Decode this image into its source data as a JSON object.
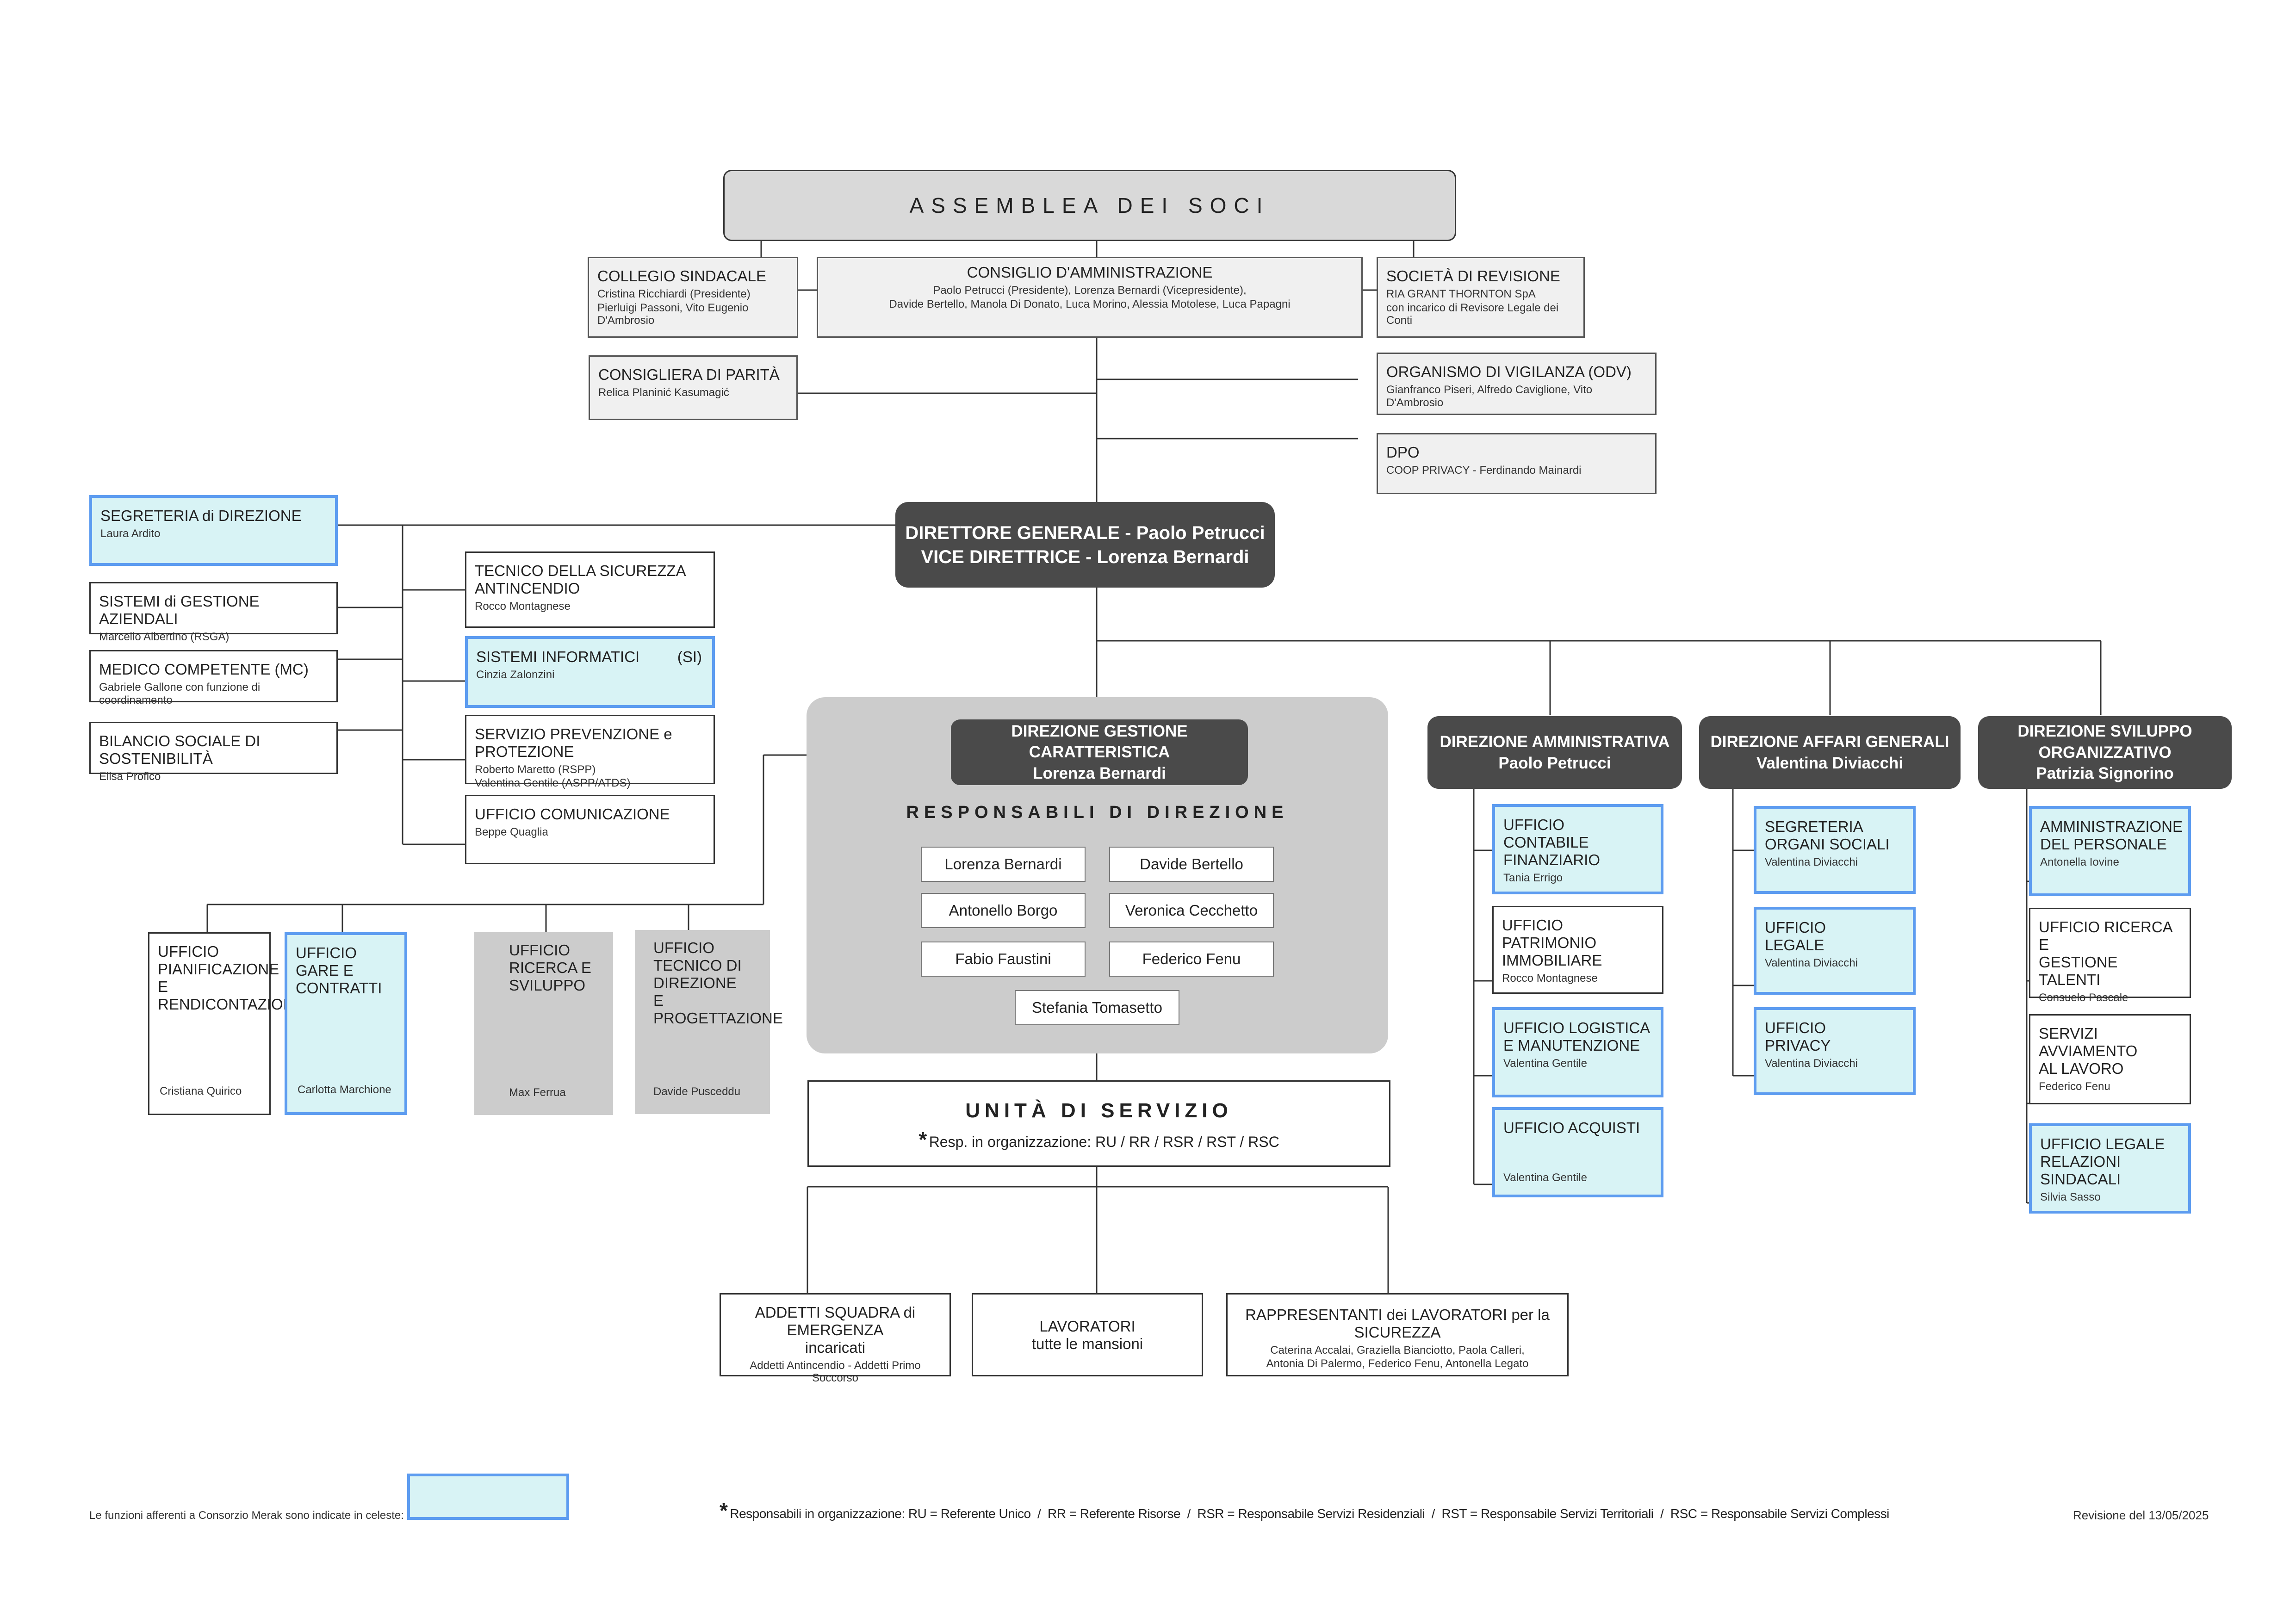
{
  "assembly": "ASSEMBLEA DEI SOCI",
  "board": {
    "collegio": {
      "title": "COLLEGIO SINDACALE",
      "line1": "Cristina Ricchiardi (Presidente)",
      "line2": "Pierluigi Passoni, Vito Eugenio D'Ambrosio"
    },
    "consiglio": {
      "title": "CONSIGLIO D'AMMINISTRAZIONE",
      "line1": "Paolo Petrucci (Presidente), Lorenza Bernardi (Vicepresidente),",
      "line2": "Davide Bertello, Manola Di Donato, Luca Morino, Alessia Motolese, Luca Papagni"
    },
    "revisione": {
      "title": "SOCIETÀ DI REVISIONE",
      "line1": "RIA GRANT THORNTON SpA",
      "line2": "con incarico di Revisore Legale dei Conti"
    },
    "parita": {
      "title": "CONSIGLIERA DI PARITÀ",
      "line1": "Relica Planinić Kasumagić"
    },
    "odv": {
      "title": "ORGANISMO DI VIGILANZA (ODV)",
      "line1": "Gianfranco Piseri, Alfredo Caviglione, Vito D'Ambrosio"
    },
    "dpo": {
      "title": "DPO",
      "line1": "COOP PRIVACY - Ferdinando Mainardi"
    }
  },
  "director": {
    "line1": "DIRETTORE GENERALE - Paolo Petrucci",
    "line2": "VICE DIRETTRICE - Lorenza Bernardi"
  },
  "staff_left": [
    {
      "title": "SEGRETERIA di DIREZIONE",
      "name": "Laura Ardito"
    },
    {
      "title": "SISTEMI di GESTIONE AZIENDALI",
      "name": "Marcello Albertino (RSGA)"
    },
    {
      "title": "MEDICO COMPETENTE (MC)",
      "name": "Gabriele Gallone con funzione di coordinamento"
    },
    {
      "title": "BILANCIO SOCIALE DI SOSTENIBILITÀ",
      "name": "Elisa Profico"
    }
  ],
  "staff_right": {
    "tecnico": {
      "title1": "TECNICO DELLA SICUREZZA",
      "title2": "ANTINCENDIO",
      "name": "Rocco Montagnese"
    },
    "si": {
      "title": "SISTEMI INFORMATICI",
      "tag": "(SI)",
      "name": "Cinzia Zalonzini"
    },
    "spp": {
      "title": "SERVIZIO PREVENZIONE e PROTEZIONE",
      "name1": "Roberto Maretto (RSPP)",
      "name2": "Valentina Gentile (ASPP/ATDS)"
    },
    "comunicazione": {
      "title": "UFFICIO COMUNICAZIONE",
      "name": "Beppe Quaglia"
    }
  },
  "offices": [
    {
      "t1": "UFFICIO",
      "t2": "PIANIFICAZIONE E",
      "t3": "RENDICONTAZIONE",
      "t4": "",
      "name": "Cristiana Quirico"
    },
    {
      "t1": "UFFICIO",
      "t2": "GARE E",
      "t3": "CONTRATTI",
      "t4": "",
      "name": "Carlotta Marchione"
    },
    {
      "t1": "UFFICIO",
      "t2": "RICERCA E",
      "t3": "SVILUPPO",
      "t4": "",
      "name": "Max Ferrua"
    },
    {
      "t1": "UFFICIO",
      "t2": "TECNICO DI",
      "t3": "DIREZIONE",
      "t4": "E PROGETTAZIONE",
      "name": "Davide Pusceddu"
    }
  ],
  "gestione": {
    "title1": "DIREZIONE GESTIONE CARATTERISTICA",
    "title2": "Lorenza Bernardi",
    "resp_title": "RESPONSABILI DI DIREZIONE",
    "people": [
      "Lorenza Bernardi",
      "Davide Bertello",
      "Antonello Borgo",
      "Veronica Cecchetto",
      "Fabio Faustini",
      "Federico Fenu",
      "Stefania Tomasetto"
    ]
  },
  "unita": {
    "title": "UNITÀ DI SERVIZIO",
    "star": "*",
    "sub": "Resp. in organizzazione: RU / RR / RSR / RST / RSC"
  },
  "service": {
    "addetti": {
      "l1": "ADDETTI SQUADRA di EMERGENZA",
      "l2": "incaricati",
      "l3": "Addetti Antincendio - Addetti Primo Soccorso"
    },
    "lavoratori": {
      "l1": "LAVORATORI",
      "l2": "tutte le mansioni"
    },
    "rls": {
      "l1": "RAPPRESENTANTI dei LAVORATORI per la SICUREZZA",
      "l2": "Caterina Accalai, Graziella Bianciotto, Paola Calleri,",
      "l3": "Antonia Di Palermo, Federico Fenu, Antonella Legato"
    }
  },
  "directions": [
    {
      "title": "DIREZIONE AMMINISTRATIVA",
      "head": "Paolo Petrucci",
      "units": [
        {
          "t1": "UFFICIO",
          "t2": "CONTABILE FINANZIARIO",
          "name": "Tania Errigo",
          "celeste": true
        },
        {
          "t1": "UFFICIO PATRIMONIO",
          "t2": "IMMOBILIARE",
          "name": "Rocco Montagnese",
          "celeste": false
        },
        {
          "t1": "UFFICIO LOGISTICA",
          "t2": "E MANUTENZIONE",
          "name": "Valentina Gentile",
          "celeste": true
        },
        {
          "t1": "UFFICIO ACQUISTI",
          "t2": "",
          "name": "Valentina Gentile",
          "celeste": true
        }
      ]
    },
    {
      "title": "DIREZIONE AFFARI GENERALI",
      "head": "Valentina Diviacchi",
      "units": [
        {
          "t1": "SEGRETERIA",
          "t2": "ORGANI SOCIALI",
          "name": "Valentina Diviacchi",
          "celeste": true
        },
        {
          "t1": "UFFICIO",
          "t2": "LEGALE",
          "name": "Valentina Diviacchi",
          "celeste": true
        },
        {
          "t1": "UFFICIO",
          "t2": "PRIVACY",
          "name": "Valentina Diviacchi",
          "celeste": true
        }
      ]
    },
    {
      "title": "DIREZIONE SVILUPPO ORGANIZZATIVO",
      "head": "Patrizia Signorino",
      "units": [
        {
          "t1": "AMMINISTRAZIONE",
          "t2": "DEL PERSONALE",
          "name": "Antonella Iovine",
          "celeste": true
        },
        {
          "t1": "UFFICIO RICERCA E",
          "t2": "GESTIONE TALENTI",
          "name": "Consuelo Pascale",
          "celeste": false
        },
        {
          "t1": "SERVIZI AVVIAMENTO",
          "t2": "AL LAVORO",
          "name": "Federico Fenu",
          "celeste": false
        },
        {
          "t1": "UFFICIO LEGALE",
          "t2": "RELAZIONI SINDACALI",
          "name": "Silvia Sasso",
          "celeste": true
        }
      ]
    }
  ],
  "footer": {
    "note": "Le funzioni afferenti a Consorzio Merak sono indicate in celeste:",
    "star": "*",
    "legend": "Responsabili in organizzazione: RU = Referente Unico  /  RR = Referente Risorse  /  RSR = Responsabile Servizi Residenziali  /  RST = Responsabile Servizi Territoriali  /  RSC = Responsabile Servizi Complessi",
    "revision": "Revisione del 13/05/2025"
  },
  "colors": {
    "celeste_fill": "#d8f3f5",
    "celeste_border": "#5d9cf0",
    "dark_box": "#4a4a4a",
    "gray_box": "#cccccc"
  }
}
